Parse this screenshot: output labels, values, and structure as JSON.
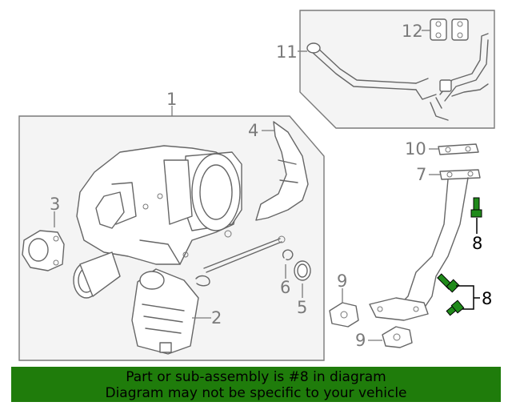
{
  "callouts": {
    "c1": "1",
    "c2": "2",
    "c3": "3",
    "c4": "4",
    "c5": "5",
    "c6": "6",
    "c7": "7",
    "c8a": "8",
    "c8b": "8",
    "c9a": "9",
    "c9b": "9",
    "c10": "10",
    "c11": "11",
    "c12": "12"
  },
  "banner": {
    "line1": "Part or sub-assembly is #8 in diagram",
    "line2": "Diagram may not be specific to your vehicle"
  },
  "colors": {
    "highlight_part": "#1f8a1a",
    "banner_bg": "#1f7c0b"
  }
}
